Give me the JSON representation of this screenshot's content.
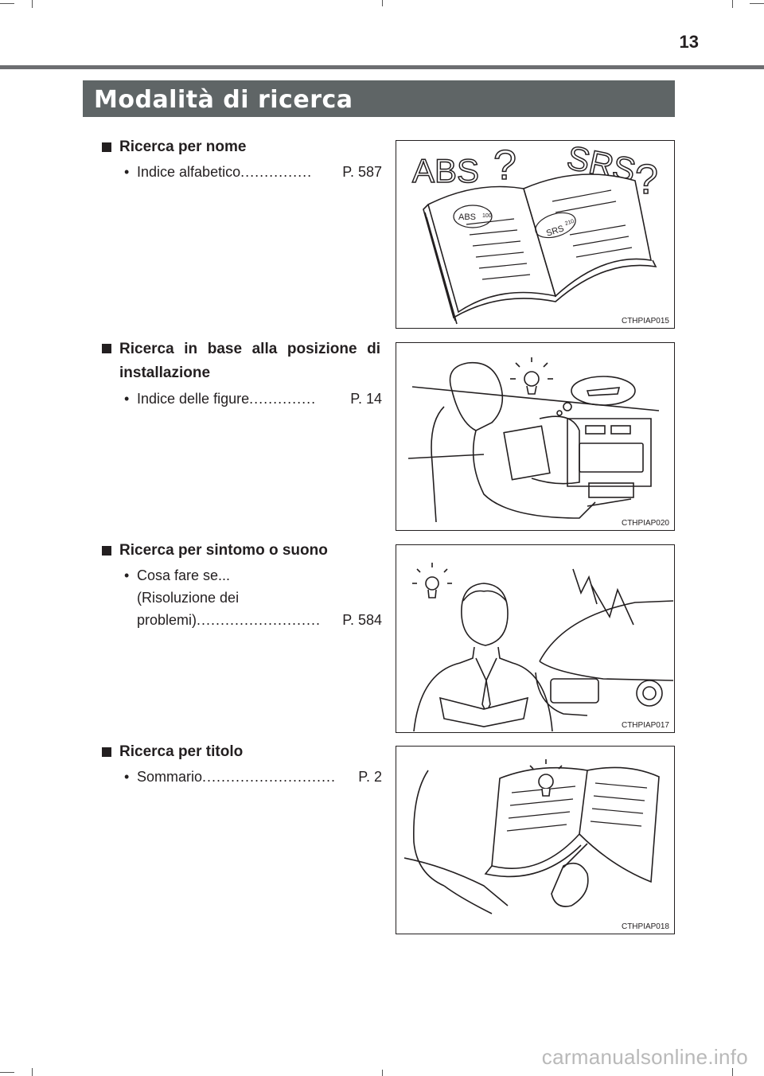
{
  "page": {
    "number": "13"
  },
  "header": {
    "title": "Modalità di ricerca"
  },
  "entries": [
    {
      "title": "Ricerca per nome",
      "items": [
        {
          "text": "Indice alfabetico",
          "dots": "...............",
          "ref": "P. 587"
        }
      ]
    },
    {
      "title": "Ricerca in base alla posizione di installazione",
      "items": [
        {
          "text": "Indice delle figure",
          "dots": "..............",
          "ref": "P. 14"
        }
      ]
    },
    {
      "title": "Ricerca per sintomo o suono",
      "items": [
        {
          "line1": "Cosa fare se...",
          "line2": "(Risoluzione dei",
          "text": "problemi)",
          "dots": "..........................",
          "ref": "P. 584"
        }
      ]
    },
    {
      "title": "Ricerca per titolo",
      "items": [
        {
          "text": "Sommario",
          "dots": "............................",
          "ref": "P. 2"
        }
      ]
    }
  ],
  "figures": {
    "fig1": {
      "code": "CTHPIAP015",
      "label_abs": "ABS",
      "label_srs": "SRS",
      "small_abs": "ABS",
      "small_abs_page": "100",
      "small_srs": "SRS",
      "small_srs_page": "210"
    },
    "fig2": {
      "code": "CTHPIAP020"
    },
    "fig3": {
      "code": "CTHPIAP017"
    },
    "fig4": {
      "code": "CTHPIAP018"
    }
  },
  "watermark": "carmanualsonline.info",
  "colors": {
    "header_bg": "#5f6566",
    "rule": "#6d6e71",
    "text": "#231f20"
  }
}
